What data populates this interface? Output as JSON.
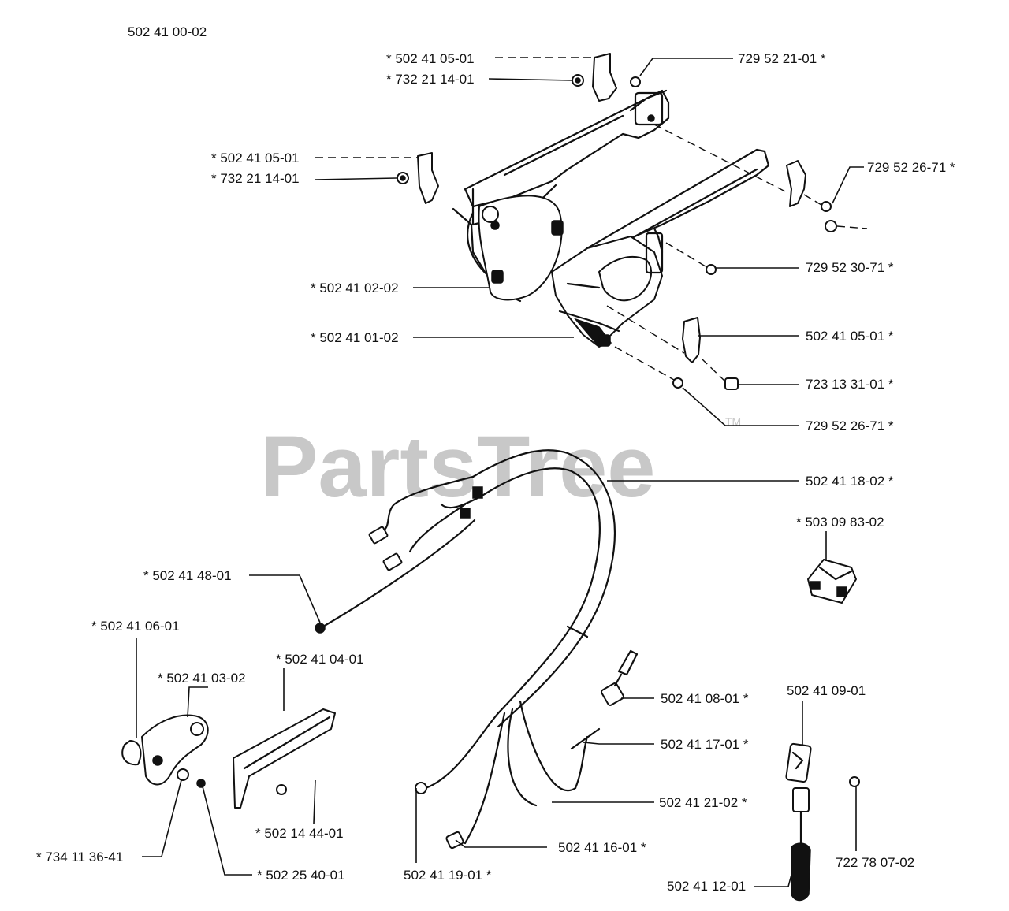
{
  "assembly_number": "502 41 00-02",
  "watermark": {
    "text": "PartsTree",
    "trademark": "TM"
  },
  "callouts": [
    {
      "id": "c1",
      "text": "*  502 41 05-01"
    },
    {
      "id": "c2",
      "text": "*  732 21 14-01"
    },
    {
      "id": "c3",
      "text": "729 52 21-01  *"
    },
    {
      "id": "c4",
      "text": "*  502 41 05-01"
    },
    {
      "id": "c5",
      "text": "*  732 21 14-01"
    },
    {
      "id": "c6",
      "text": "729 52 26-71  *"
    },
    {
      "id": "c7",
      "text": "729 52 30-71  *"
    },
    {
      "id": "c8",
      "text": "*  502 41 02-02"
    },
    {
      "id": "c9",
      "text": "*  502 41 01-02"
    },
    {
      "id": "c10",
      "text": "502 41 05-01  *"
    },
    {
      "id": "c11",
      "text": "723 13 31-01  *"
    },
    {
      "id": "c12",
      "text": "729 52 26-71  *"
    },
    {
      "id": "c13",
      "text": "502 41 18-02  *"
    },
    {
      "id": "c14",
      "text": "*  503 09 83-02"
    },
    {
      "id": "c15",
      "text": "*  502 41 48-01"
    },
    {
      "id": "c16",
      "text": "*  502 41 06-01"
    },
    {
      "id": "c17",
      "text": "*  502 41 04-01"
    },
    {
      "id": "c18",
      "text": "*  502 41 03-02"
    },
    {
      "id": "c19",
      "text": "502 41 08-01  *"
    },
    {
      "id": "c20",
      "text": "502 41 09-01"
    },
    {
      "id": "c21",
      "text": "502 41 17-01  *"
    },
    {
      "id": "c22",
      "text": "502 41 21-02  *"
    },
    {
      "id": "c23",
      "text": "*  502 14 44-01"
    },
    {
      "id": "c24",
      "text": "502 41 16-01  *"
    },
    {
      "id": "c25",
      "text": "*  734 11 36-41"
    },
    {
      "id": "c26",
      "text": "*  502 25 40-01"
    },
    {
      "id": "c27",
      "text": "502 41 19-01  *"
    },
    {
      "id": "c28",
      "text": "722 78 07-02"
    },
    {
      "id": "c29",
      "text": "502 41 12-01"
    }
  ]
}
